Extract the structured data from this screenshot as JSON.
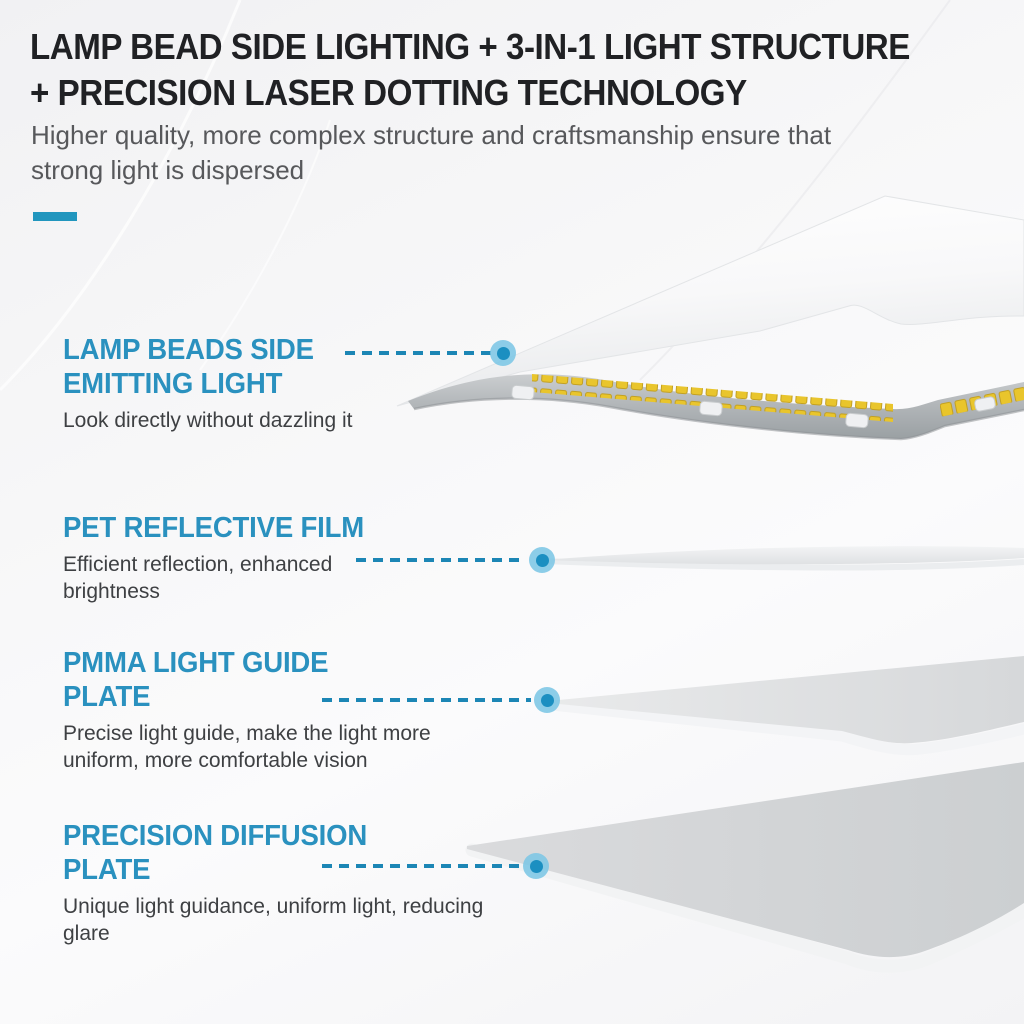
{
  "header": {
    "title_line1": "LAMP BEAD SIDE LIGHTING + 3-IN-1 LIGHT STRUCTURE",
    "title_line2": "+ PRECISION LASER DOTTING TECHNOLOGY",
    "subtitle": "Higher quality, more complex structure and craftsmanship ensure that\nstrong light is dispersed"
  },
  "callouts": [
    {
      "heading": "LAMP BEADS SIDE\nEMITTING LIGHT",
      "body": "Look directly without dazzling it"
    },
    {
      "heading": "PET REFLECTIVE FILM",
      "body": "Efficient reflection, enhanced\nbrightness"
    },
    {
      "heading": "PMMA LIGHT GUIDE\nPLATE",
      "body": "Precise light guide, make the light more\nuniform, more comfortable vision"
    },
    {
      "heading": "PRECISION DIFFUSION\nPLATE",
      "body": "Unique light guidance, uniform light, reducing glare"
    }
  ],
  "illustration": {
    "parts": [
      "lamp-frame",
      "led-strip",
      "pet-reflective-film",
      "pmma-light-guide-plate",
      "precision-diffusion-plate"
    ]
  },
  "colors": {
    "heading_blue": "#2a91bf",
    "accent_bar": "#2196be",
    "connector_dash": "#1c86b5",
    "marker_inner": "#1b8fc1",
    "marker_outer": "#7cc6e5",
    "led_yellow": "#e9c52c",
    "title_text": "#202124",
    "subtitle_text": "#57585b",
    "body_text": "#3e4043"
  }
}
